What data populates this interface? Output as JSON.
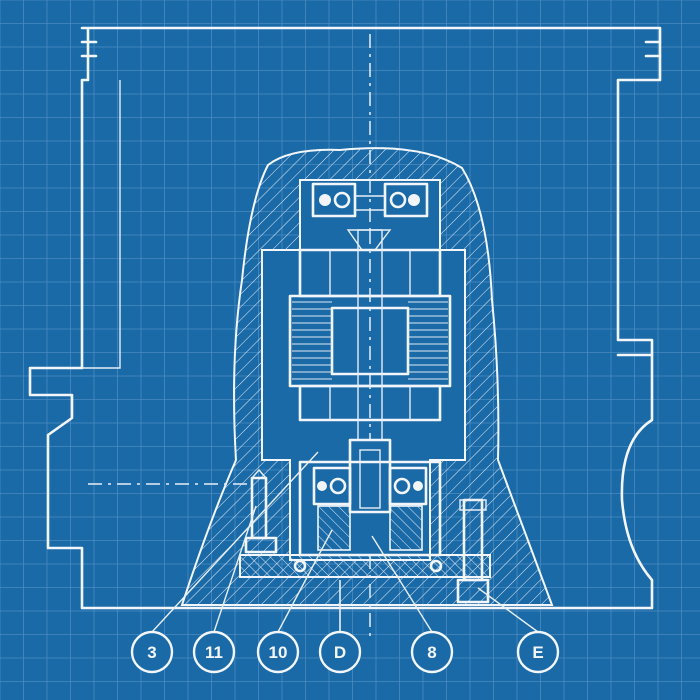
{
  "colors": {
    "background": "#1a6aa8",
    "grid": "#4a8cc0",
    "line": "#f2f6fa"
  },
  "callouts": [
    {
      "label": "3"
    },
    {
      "label": "11"
    },
    {
      "label": "10"
    },
    {
      "label": "D"
    },
    {
      "label": "8"
    },
    {
      "label": "E"
    }
  ]
}
